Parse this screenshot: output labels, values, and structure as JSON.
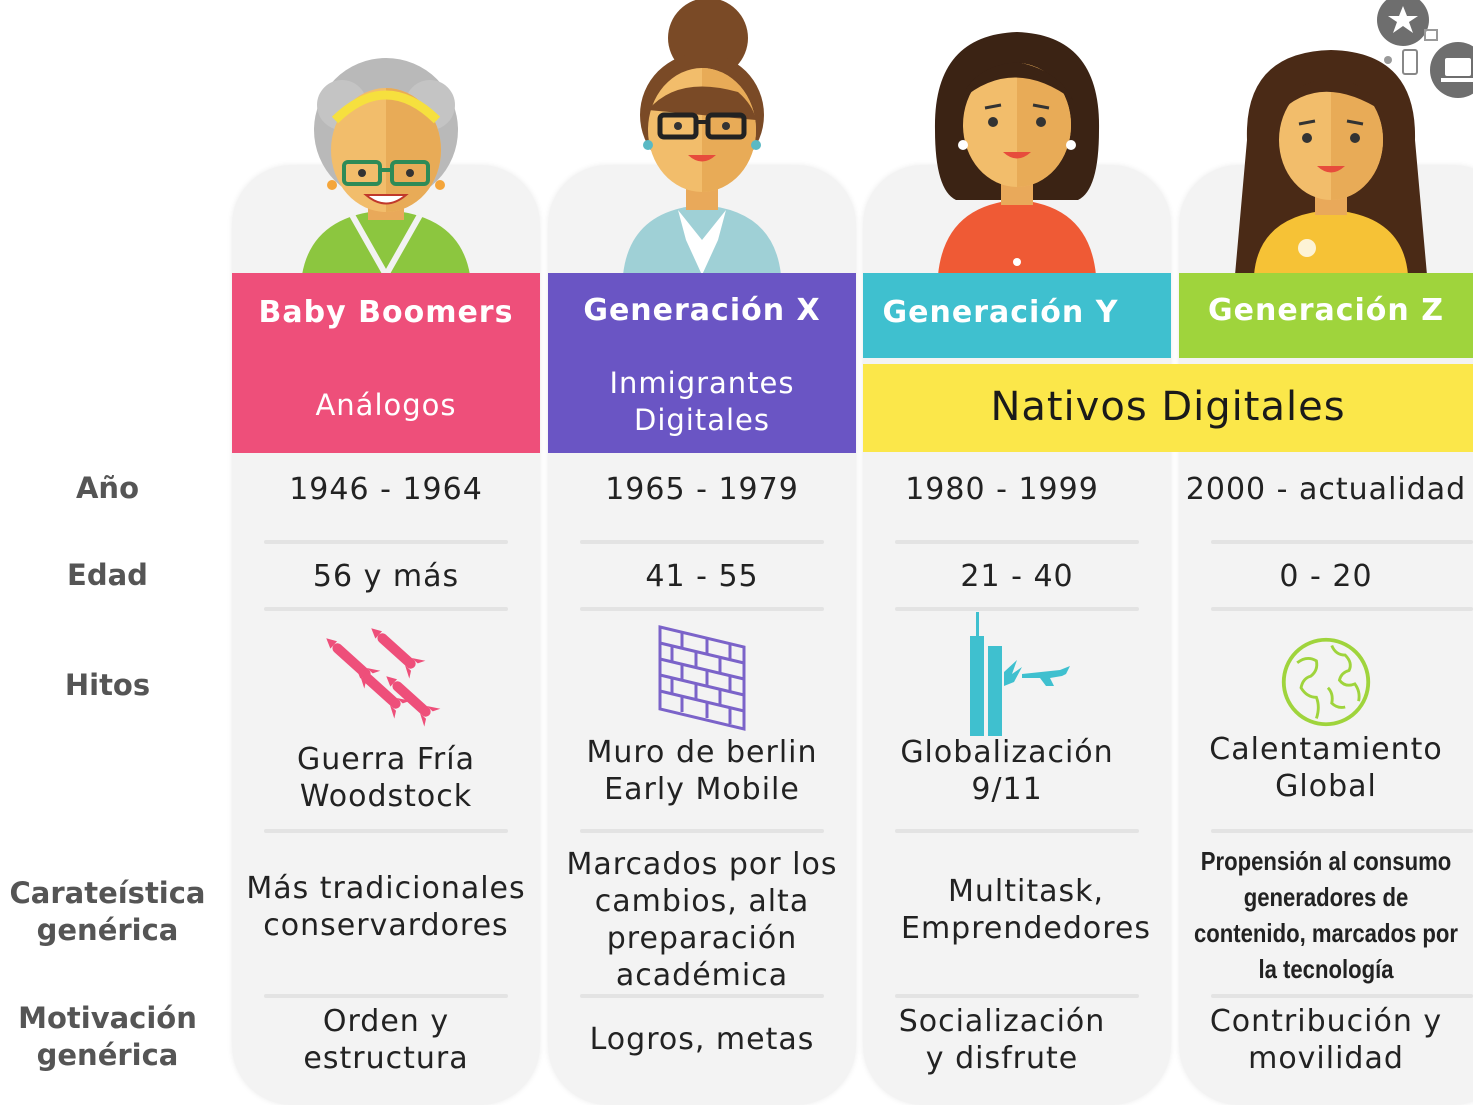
{
  "rows": {
    "anio": "Año",
    "edad": "Edad",
    "hitos": "Hitos",
    "caracteristica": [
      "Carateística",
      "genérica"
    ],
    "motivacion": [
      "Motivación",
      "genérica"
    ]
  },
  "shared_label": "Nativos Digitales",
  "generations": [
    {
      "name": "Baby Boomers",
      "subtitle": [
        "Análogos"
      ],
      "color": "#ee4f7a",
      "anio": "1946 - 1964",
      "edad": "56 y más",
      "hito_icon": "rockets-icon",
      "hitos": [
        "Guerra Fría",
        "Woodstock"
      ],
      "caracteristica": [
        "Más tradicionales",
        "conservardores"
      ],
      "motivacion": [
        "Orden y",
        "estructura"
      ]
    },
    {
      "name": "Generación X",
      "subtitle": [
        "Inmigrantes",
        "Digitales"
      ],
      "color": "#6a55c4",
      "anio": "1965 - 1979",
      "edad": "41 - 55",
      "hito_icon": "brick-wall-icon",
      "hitos": [
        "Muro de berlin",
        "Early Mobile"
      ],
      "caracteristica": [
        "Marcados por los",
        "cambios, alta",
        "preparación",
        "académica"
      ],
      "motivacion": [
        "Logros, metas"
      ]
    },
    {
      "name": "Generación Y",
      "subtitle": [],
      "color": "#3fc0cf",
      "anio": "1980 - 1999",
      "edad": "21 - 40",
      "hito_icon": "twin-towers-icon",
      "hitos": [
        "Globalización",
        "9/11"
      ],
      "caracteristica": [
        "Multitask,",
        "Emprendedores"
      ],
      "motivacion": [
        "Socialización",
        "y disfrute"
      ]
    },
    {
      "name": "Generación Z",
      "subtitle": [],
      "color": "#9fd43c",
      "anio": "2000 - actualidad",
      "edad": "0 - 20",
      "hito_icon": "globe-icon",
      "hitos": [
        "Calentamiento",
        "Global"
      ],
      "caracteristica": [
        "Propensión al consumo",
        "generadores de",
        "contenido, marcados por",
        "la tecnología"
      ],
      "motivacion": [
        "Contribución y",
        "movilidad"
      ]
    }
  ]
}
